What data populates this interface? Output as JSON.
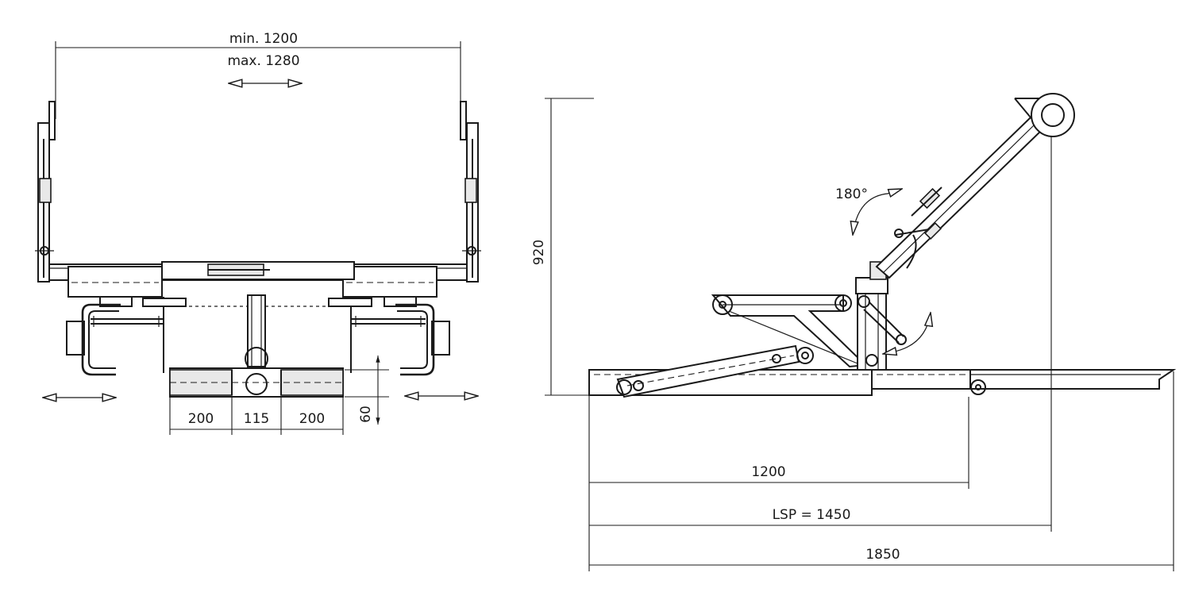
{
  "front_view": {
    "width_min": "min. 1200",
    "width_max": "max. 1280",
    "dim_left": "200",
    "dim_center": "115",
    "dim_right": "200",
    "dim_height": "60"
  },
  "side_view": {
    "height": "920",
    "angle": "180°",
    "length_1200": "1200",
    "length_lsp": "LSP = 1450",
    "length_total": "1850"
  }
}
